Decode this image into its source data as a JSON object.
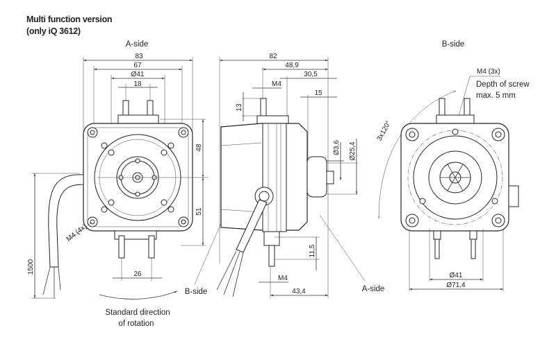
{
  "title": {
    "line1": "Multi function version",
    "line2": "(only iQ 3612)"
  },
  "views": {
    "a_side": {
      "label": "A-side",
      "dims": {
        "width_overall": "83",
        "width_inner": "67",
        "bolt_circle": "Ø41",
        "pin_spacing_top": "18",
        "height_top": "48",
        "height_bottom": "51",
        "pin_spacing_bottom": "26",
        "cable_length": "1500",
        "mount_screw": "M4 (4x)"
      }
    },
    "side": {
      "dims": {
        "overall_length": "82",
        "length_48_9": "48,9",
        "length_30_5": "30,5",
        "shaft_15": "15",
        "pin_height": "13",
        "pin_thread_top": "M4",
        "shaft_dia": "Ø3,6",
        "hub_dia": "Ø25,4",
        "pin_height_bottom": "11,5",
        "pin_thread_bottom": "M4",
        "length_43_4": "43,4"
      },
      "pointer_b_side": "B-side",
      "pointer_a_side": "A-side"
    },
    "b_side": {
      "label": "B-side",
      "angle": "3x120°",
      "screw_note": {
        "line1": "M4 (3x)",
        "line2": "Depth of screw",
        "line3": "max. 5 mm"
      },
      "dims": {
        "bolt_circle": "Ø41",
        "outer_circle": "Ø71,4"
      }
    }
  },
  "rotation_note": {
    "line1": "Standard direction",
    "line2": "of rotation"
  }
}
